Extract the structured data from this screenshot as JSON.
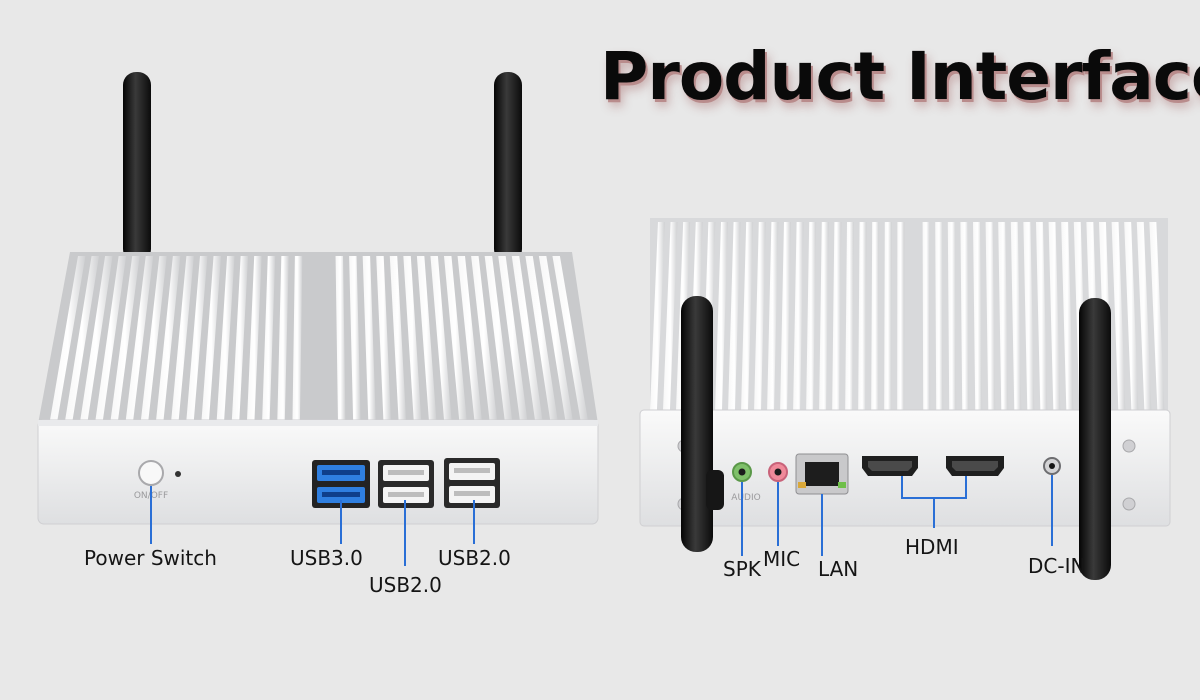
{
  "title": "Product Interface",
  "front_labels": {
    "power_switch": "Power Switch",
    "usb30": "USB3.0",
    "usb20_middle": "USB2.0",
    "usb20_right": "USB2.0"
  },
  "rear_labels": {
    "spk": "SPK",
    "mic": "MIC",
    "lan": "LAN",
    "hdmi": "HDMI",
    "dc_in": "DC-IN"
  },
  "device_markings": {
    "power_marking": "ON/OFF",
    "audio_marking": "AUDIO"
  },
  "colors": {
    "background": "#e8e8e8",
    "chassis": "#f2f2f3",
    "fins": "#d9dadc",
    "usb30_blue": "#2f7fe0",
    "spk_green": "#7fc06a",
    "mic_pink": "#f08a9a",
    "leader_line": "#2a6fd6",
    "antenna": "#141414"
  }
}
